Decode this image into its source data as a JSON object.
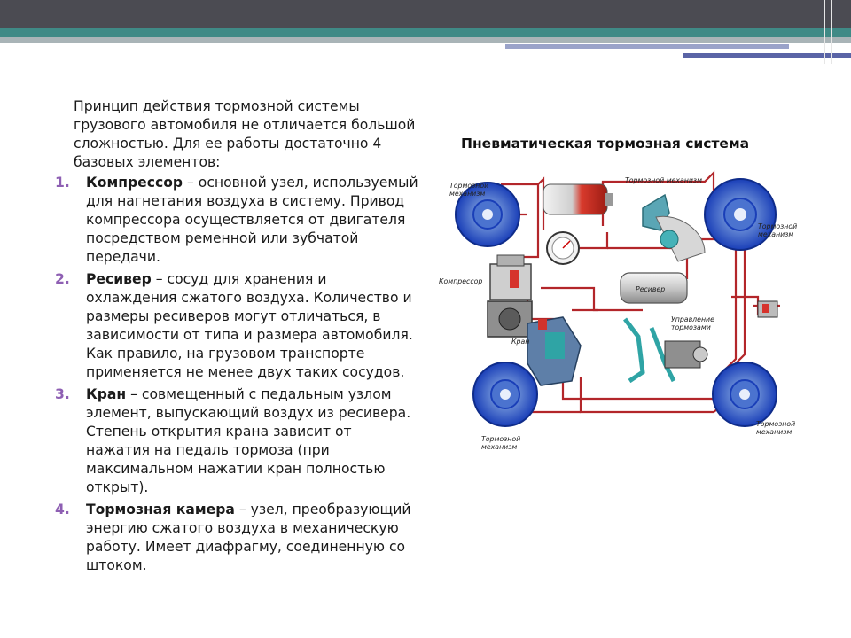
{
  "intro": "Принцип действия тормозной системы грузового автомобиля не отличается большой сложностью. Для ее работы достаточно 4 базовых элементов:",
  "items": [
    {
      "num": "1.",
      "term": "Компрессор",
      "text": " – основной узел, используемый для нагнетания воздуха в систему. Привод компрессора осуществляется от двигателя посредством ременной или зубчатой передачи."
    },
    {
      "num": "2.",
      "term": "Ресивер",
      "text": " – сосуд для хранения и охлаждения сжатого воздуха. Количество и размеры ресиверов могут отличаться, в зависимости от типа и размера автомобиля. Как правило, на грузовом транспорте применяется не менее двух таких сосудов."
    },
    {
      "num": "3.",
      "term": "Кран",
      "text": " – совмещенный с педальным узлом элемент, выпускающий воздух из ресивера. Степень открытия крана зависит от нажатия на педаль тормоза (при максимальном нажатии кран полностью открыт)."
    },
    {
      "num": "4.",
      "term": "Тормозная камера",
      "text": " – узел, преобразующий энергию сжатого воздуха в механическую работу. Имеет диафрагму, соединенную со штоком."
    }
  ],
  "diagram": {
    "title": "Пневматическая тормозная система",
    "labels": {
      "brake_mech_tl_1": "Тормозной",
      "brake_mech_tl_2": "механизм",
      "brake_mech_top_1": "Тормозной механизм",
      "brake_mech_tr_1": "Тормозной",
      "brake_mech_tr_2": "механизм",
      "compressor": "Компрессор",
      "receiver": "Ресивер",
      "control_1": "Управление",
      "control_2": "тормозами",
      "valve": "Кран",
      "brake_mech_bl_1": "Тормозной",
      "brake_mech_bl_2": "механизм",
      "brake_mech_br_1": "Тормозной",
      "brake_mech_br_2": "механизм"
    }
  },
  "colors": {
    "accent_purple": "#8e5fb3",
    "header_teal": "#3f8a86",
    "header_dark": "#4b4b52",
    "pipe": "#b3262a",
    "wheel_blue": "#1f4fcf"
  }
}
